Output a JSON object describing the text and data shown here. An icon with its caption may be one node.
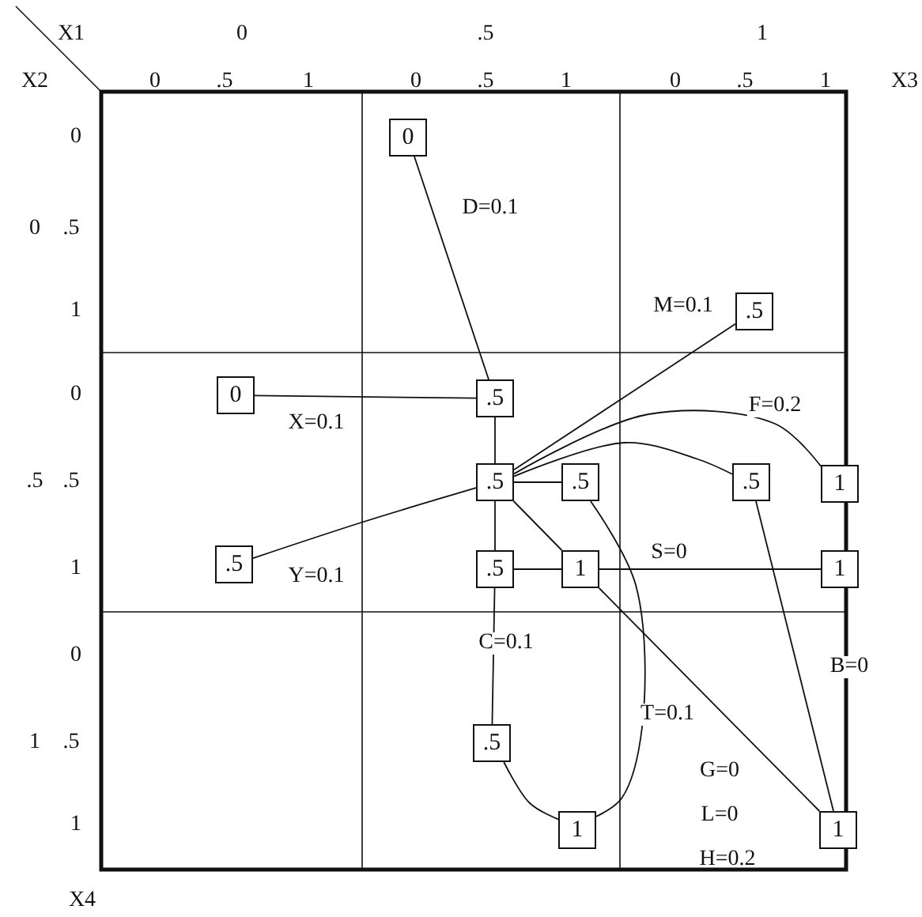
{
  "diagram": {
    "nodes": [
      {
        "text": [
          "0"
        ]
      },
      {
        "text": [
          ".5"
        ]
      },
      {
        "text": [
          "0"
        ]
      },
      {
        "text": [
          ".5"
        ]
      },
      {
        "text": [
          ".5"
        ]
      },
      {
        "text": [
          ".5"
        ]
      },
      {
        "text": [
          ".5"
        ]
      },
      {
        "text": [
          "1"
        ]
      },
      {
        "text": [
          ".5"
        ]
      },
      {
        "text": [
          ".5"
        ]
      },
      {
        "text": [
          "1"
        ]
      },
      {
        "text": [
          "1"
        ]
      },
      {
        "text": [
          ".5"
        ]
      },
      {
        "text": [
          "1"
        ]
      },
      {
        "text": [
          "1"
        ]
      }
    ],
    "edges": [
      {
        "from": 0,
        "to": 3,
        "arrow": "none",
        "label": "D=0.1"
      },
      {
        "from": 2,
        "to": 3,
        "arrow": "none",
        "label": "X=0.1"
      },
      {
        "from": 3,
        "to": 4,
        "arrow": "none"
      },
      {
        "from": 4,
        "to": 1,
        "arrow": "none",
        "label": "M=0.1"
      },
      {
        "from": 4,
        "to": 7,
        "arrow": "none",
        "label": "F=0.2"
      },
      {
        "from": 4,
        "to": 6,
        "arrow": "none"
      },
      {
        "from": 8,
        "to": 4,
        "arrow": "none",
        "label": "Y=0.1"
      },
      {
        "from": 4,
        "to": 5,
        "arrow": "none"
      },
      {
        "from": 4,
        "to": 9,
        "arrow": "none"
      },
      {
        "from": 4,
        "to": 10,
        "arrow": "none"
      },
      {
        "from": 9,
        "to": 10,
        "arrow": "none"
      },
      {
        "from": 10,
        "to": 11,
        "arrow": "none",
        "label": "S=0"
      },
      {
        "from": 10,
        "to": 14,
        "arrow": "none"
      },
      {
        "from": 6,
        "to": 14,
        "arrow": "none",
        "label": "B=0"
      },
      {
        "from": 9,
        "to": 12,
        "arrow": "none",
        "label": "C=0.1"
      },
      {
        "from": 12,
        "to": 13,
        "arrow": "none"
      },
      {
        "from": 5,
        "to": 13,
        "arrow": "none",
        "label": "T=0.1"
      }
    ],
    "labels": [
      "X1",
      "0",
      ".5",
      "1",
      "X2",
      "0",
      ".5",
      "1",
      "0",
      ".5",
      "1",
      "0",
      ".5",
      "1",
      "X3",
      "0",
      "0",
      ".5",
      "1",
      "0",
      ".5",
      ".5",
      "1",
      "0",
      "1",
      ".5",
      "1",
      "X4",
      "G=0",
      "L=0",
      "H=0.2"
    ]
  }
}
